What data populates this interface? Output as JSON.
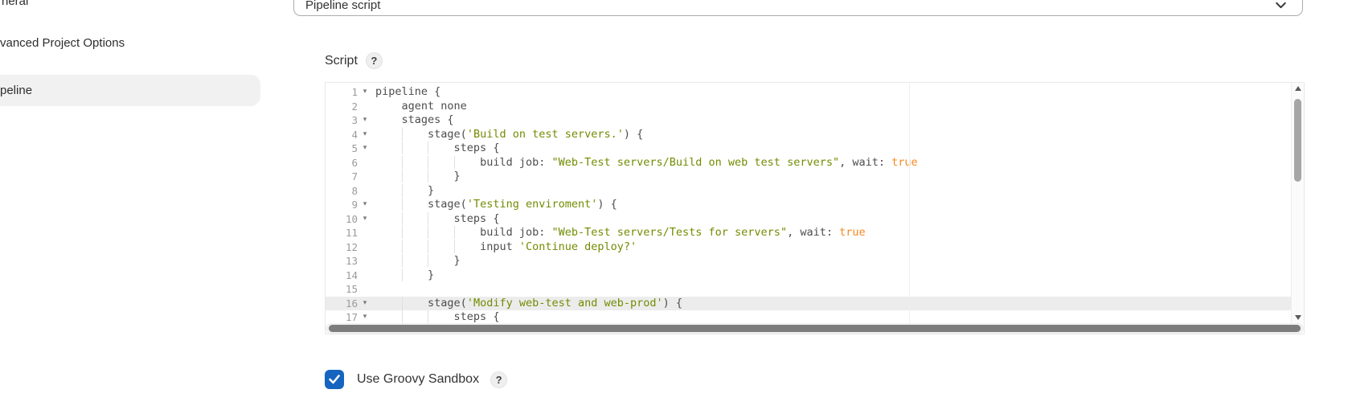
{
  "sidebar": {
    "items": [
      {
        "label": "neral",
        "active": false
      },
      {
        "label": "vanced Project Options",
        "active": false
      },
      {
        "label": "peline",
        "active": true
      }
    ]
  },
  "definition": {
    "value": "Pipeline script"
  },
  "script": {
    "label": "Script",
    "help_label": "?"
  },
  "sandbox": {
    "label": "Use Groovy Sandbox",
    "checked": true,
    "help_label": "?",
    "checkbox_color": "#1565c0"
  },
  "editor": {
    "active_line": 16,
    "colors": {
      "text": "#4d4d4c",
      "string": "#718c00",
      "constant": "#f5871f",
      "line_number": "#9b9b9b",
      "active_line_bg": "#ececec"
    },
    "lines": [
      {
        "n": 1,
        "fold": true,
        "tokens": [
          {
            "t": "plain",
            "v": "pipeline {"
          }
        ]
      },
      {
        "n": 2,
        "fold": false,
        "tokens": [
          {
            "t": "plain",
            "v": "    agent none"
          }
        ]
      },
      {
        "n": 3,
        "fold": true,
        "tokens": [
          {
            "t": "plain",
            "v": "    stages {"
          }
        ]
      },
      {
        "n": 4,
        "fold": true,
        "tokens": [
          {
            "t": "plain",
            "v": "        stage("
          },
          {
            "t": "string",
            "v": "'Build on test servers.'"
          },
          {
            "t": "plain",
            "v": ") {"
          }
        ]
      },
      {
        "n": 5,
        "fold": true,
        "tokens": [
          {
            "t": "plain",
            "v": "            steps {"
          }
        ]
      },
      {
        "n": 6,
        "fold": false,
        "tokens": [
          {
            "t": "plain",
            "v": "                build job: "
          },
          {
            "t": "string",
            "v": "\"Web-Test servers/Build on web test servers\""
          },
          {
            "t": "plain",
            "v": ", wait: "
          },
          {
            "t": "constant",
            "v": "true"
          }
        ]
      },
      {
        "n": 7,
        "fold": false,
        "tokens": [
          {
            "t": "plain",
            "v": "            }"
          }
        ]
      },
      {
        "n": 8,
        "fold": false,
        "tokens": [
          {
            "t": "plain",
            "v": "        }"
          }
        ]
      },
      {
        "n": 9,
        "fold": true,
        "tokens": [
          {
            "t": "plain",
            "v": "        stage("
          },
          {
            "t": "string",
            "v": "'Testing enviroment'"
          },
          {
            "t": "plain",
            "v": ") {"
          }
        ]
      },
      {
        "n": 10,
        "fold": true,
        "tokens": [
          {
            "t": "plain",
            "v": "            steps {"
          }
        ]
      },
      {
        "n": 11,
        "fold": false,
        "tokens": [
          {
            "t": "plain",
            "v": "                build job: "
          },
          {
            "t": "string",
            "v": "\"Web-Test servers/Tests for servers\""
          },
          {
            "t": "plain",
            "v": ", wait: "
          },
          {
            "t": "constant",
            "v": "true"
          }
        ]
      },
      {
        "n": 12,
        "fold": false,
        "tokens": [
          {
            "t": "plain",
            "v": "                input "
          },
          {
            "t": "string",
            "v": "'Continue deploy?'"
          }
        ]
      },
      {
        "n": 13,
        "fold": false,
        "tokens": [
          {
            "t": "plain",
            "v": "            }"
          }
        ]
      },
      {
        "n": 14,
        "fold": false,
        "tokens": [
          {
            "t": "plain",
            "v": "        }"
          }
        ]
      },
      {
        "n": 15,
        "fold": false,
        "tokens": []
      },
      {
        "n": 16,
        "fold": true,
        "tokens": [
          {
            "t": "plain",
            "v": "        stage("
          },
          {
            "t": "string",
            "v": "'Modify web-test and web-prod'"
          },
          {
            "t": "plain",
            "v": ") {"
          }
        ]
      },
      {
        "n": 17,
        "fold": true,
        "tokens": [
          {
            "t": "plain",
            "v": "            steps {"
          }
        ]
      }
    ]
  }
}
